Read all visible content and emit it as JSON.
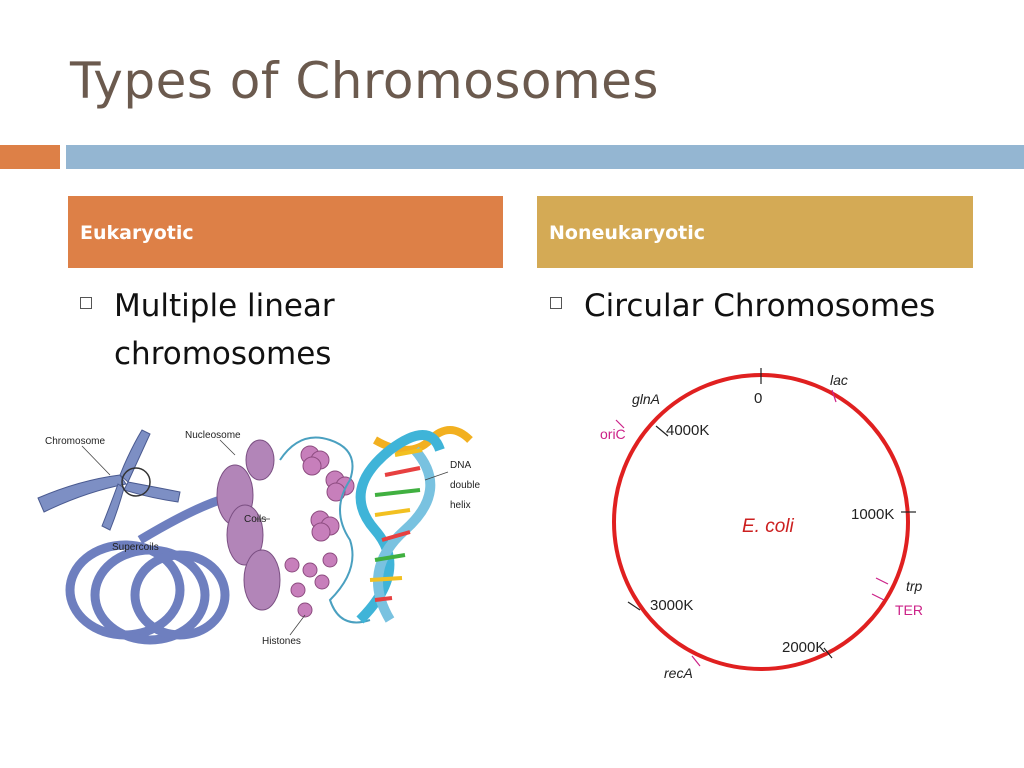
{
  "slide": {
    "title": "Types of Chromosomes",
    "accent_orange": "#dd8047",
    "accent_blue": "#94b6d2",
    "accent_gold": "#d4aa55"
  },
  "columns": {
    "eukaryotic": {
      "heading": "Eukaryotic",
      "bullet_line1": "Multiple linear",
      "bullet_line2": "chromosomes"
    },
    "noneukaryotic": {
      "heading": "Noneukaryotic",
      "bullet": "Circular Chromosomes"
    }
  },
  "eukaryote_figure": {
    "labels": {
      "chromosome": "Chromosome",
      "nucleosome": "Nucleosome",
      "coils": "Coils",
      "supercoils": "Supercoils",
      "histones": "Histones",
      "dna1": "DNA",
      "dna2": "double",
      "dna3": "helix"
    }
  },
  "ecoli_map": {
    "center_label": "E. coli",
    "ticks": {
      "t0": "0",
      "t1000": "1000K",
      "t2000": "2000K",
      "t3000": "3000K",
      "t4000": "4000K"
    },
    "genes": {
      "lac": "lac",
      "glnA": "glnA",
      "oriC": "oriC",
      "trp": "trp",
      "TER": "TER",
      "recA": "recA"
    },
    "circle_color": "#e02020",
    "marker_color": "#cc2288"
  }
}
